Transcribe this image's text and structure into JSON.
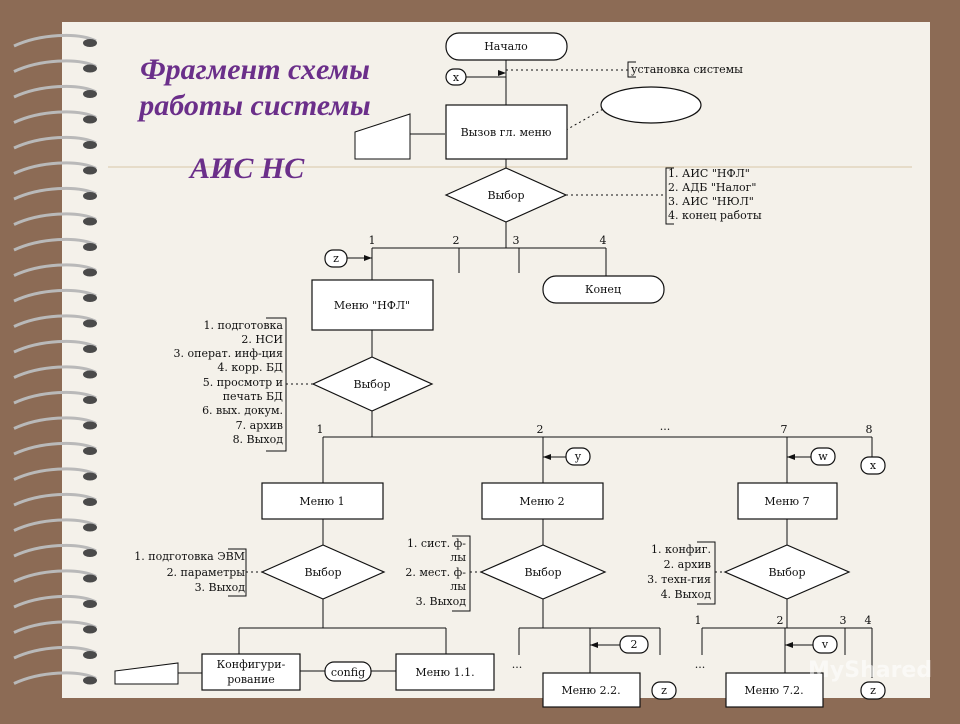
{
  "title_line1": "Фрагмент схемы",
  "title_line2": "работы системы",
  "subtitle": "АИС НС",
  "watermark": "MyShared",
  "colors": {
    "background": "#8c6b55",
    "paper": "#f4f1ea",
    "title": "#6b2f8a",
    "ink": "#111111"
  },
  "nodes": {
    "start": "Начало",
    "main_menu_call": "Вызов гл. меню",
    "choice_main": "Выбор",
    "menu_nfl": "Меню \"НФЛ\"",
    "end": "Конец",
    "choice_nfl": "Выбор",
    "menu1": "Меню 1",
    "menu2": "Меню 2",
    "menu7": "Меню 7",
    "choice1": "Выбор",
    "choice2": "Выбор",
    "choice7": "Выбор",
    "config_line1": "Конфигури-",
    "config_line2": "рование",
    "config_term": "config",
    "menu11": "Меню 1.1.",
    "menu22": "Меню 2.2.",
    "menu72": "Меню 7.2."
  },
  "connectors": {
    "x": "x",
    "z": "z",
    "y": "y",
    "w": "w",
    "v": "v",
    "two": "2"
  },
  "annotations": {
    "install": "установка системы",
    "main_options": [
      "1. АИС \"НФЛ\"",
      "2. АДБ \"Налог\"",
      "3. АИС \"НЮЛ\"",
      "4. конец работы"
    ],
    "nfl_options": [
      "1. подготовка",
      "2. НСИ",
      "3. операт. инф-ция",
      "4. корр. БД",
      "5. просмотр и",
      "печать БД",
      "6. вых. докум.",
      "7. архив",
      "8. Выход"
    ],
    "m1_options": [
      "1. подготовка ЭВМ",
      "2. параметры",
      "3. Выход"
    ],
    "m2_options": [
      "1. сист. ф-",
      "лы",
      "2. мест. ф-",
      "лы",
      "3. Выход"
    ],
    "m7_options": [
      "1. конфиг.",
      "2. архив",
      "3. техн-гия",
      "4. Выход"
    ]
  },
  "branch_labels": {
    "main": [
      "1",
      "2",
      "3",
      "4"
    ],
    "nfl": [
      "1",
      "2",
      "7",
      "8"
    ],
    "nfl_dots": "...",
    "m7": [
      "1",
      "2",
      "3",
      "4"
    ],
    "ellipsis": "..."
  }
}
